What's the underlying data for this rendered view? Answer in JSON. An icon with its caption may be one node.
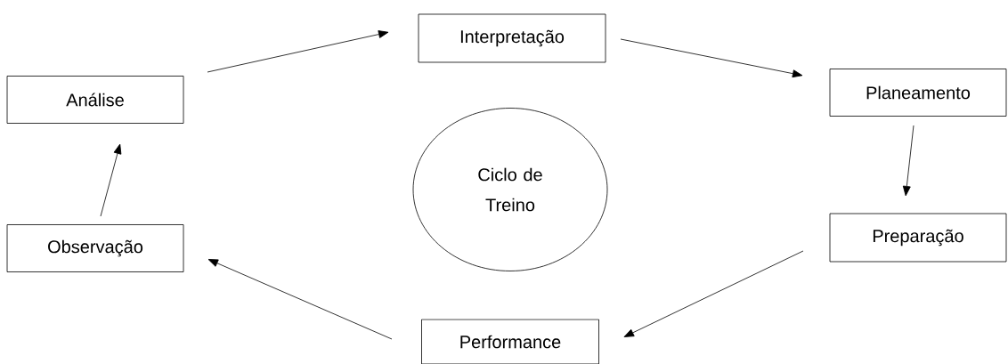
{
  "diagram": {
    "nodes": [
      {
        "text": [
          "Interpretação"
        ]
      },
      {
        "text": [
          "Planeamento"
        ]
      },
      {
        "text": [
          "Preparação"
        ]
      },
      {
        "text": [
          "Performance"
        ]
      },
      {
        "text": [
          "Observação"
        ]
      },
      {
        "text": [
          "Análise"
        ]
      },
      {
        "text": [
          "Ciclo de Treino"
        ]
      }
    ],
    "edges": [
      {
        "from": 5,
        "to": 0,
        "arrow": "to"
      },
      {
        "from": 0,
        "to": 1,
        "arrow": "to"
      },
      {
        "from": 1,
        "to": 2,
        "arrow": "to"
      },
      {
        "from": 2,
        "to": 3,
        "arrow": "to"
      },
      {
        "from": 3,
        "to": 4,
        "arrow": "to"
      },
      {
        "from": 4,
        "to": 5,
        "arrow": "to"
      }
    ]
  }
}
